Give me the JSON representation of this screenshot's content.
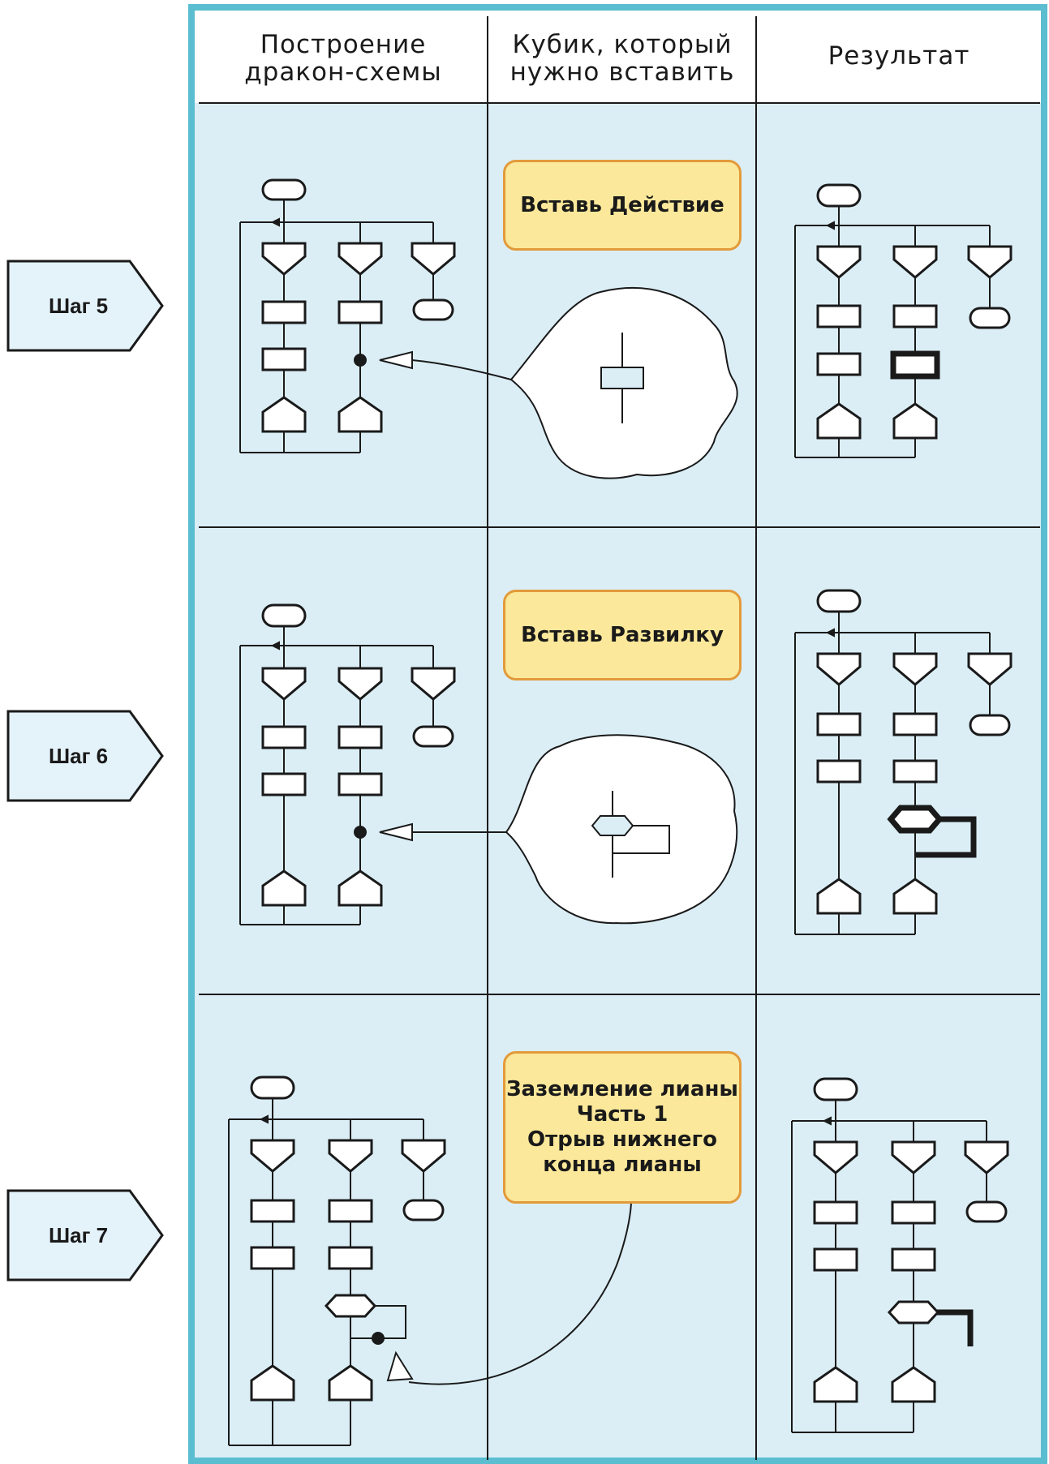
{
  "headers": {
    "col1": "Построение\nдракон-схемы",
    "col2": "Кубик, который\nнужно вставить",
    "col3": "Результат"
  },
  "steps": [
    {
      "label": "Шаг 5",
      "instruction": "Вставь Действие"
    },
    {
      "label": "Шаг 6",
      "instruction": "Вставь Развилку"
    },
    {
      "label": "Шаг 7",
      "instruction": "Заземление лианы\nЧасть 1\nОтрыв нижнего\nконца лианы"
    }
  ],
  "colors": {
    "frame": "#5bbdd0",
    "panel": "#dbeef6",
    "note_fill": "#fbe89a",
    "note_border": "#e39a3a",
    "line": "#1a1a1a",
    "cloud": "#ffffff"
  }
}
